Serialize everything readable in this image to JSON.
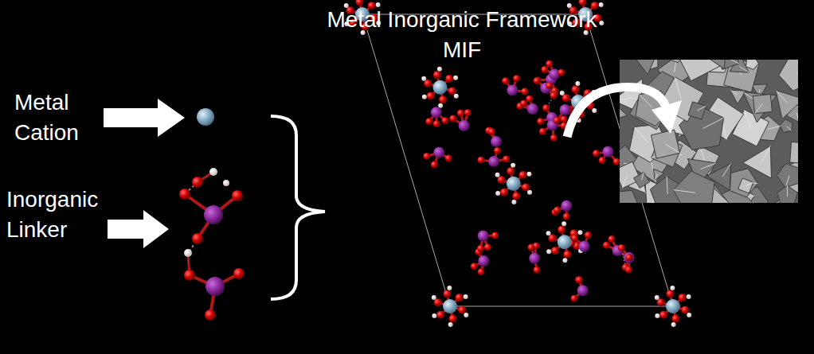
{
  "diagram": {
    "title": "Metal Inorganic Framework MIF",
    "labels": [
      "Metal Cation",
      "Inorganic Linker"
    ]
  }
}
